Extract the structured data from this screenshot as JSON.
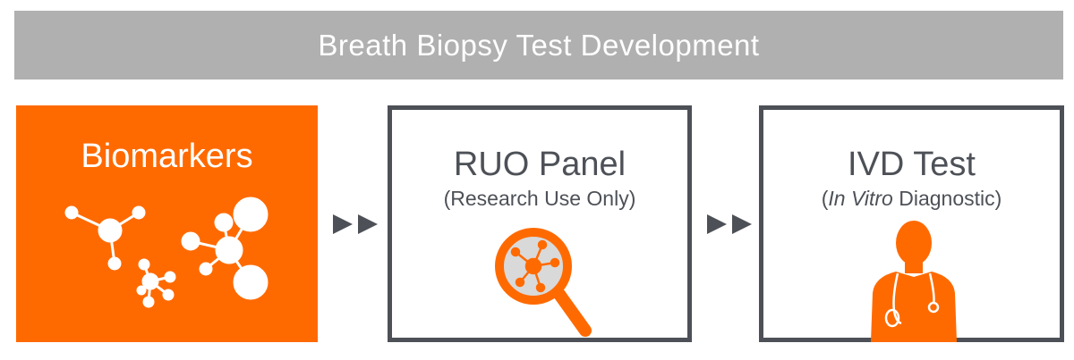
{
  "banner": {
    "title": "Breath Biopsy Test Development"
  },
  "stages": [
    {
      "title": "Biomarkers",
      "icon": "molecules-icon"
    },
    {
      "title": "RUO Panel",
      "subtitle": "(Research Use Only)",
      "icon": "magnifier-molecule-icon"
    },
    {
      "title": "IVD Test",
      "subtitle_open": "(",
      "subtitle_italic": "In Vitro",
      "subtitle_rest": " Diagnostic)",
      "icon": "doctor-stethoscope-icon"
    }
  ],
  "colors": {
    "accent": "#ff6a00",
    "banner": "#b0b0b0",
    "dark": "#4d5157"
  },
  "connector_icon": "double-arrow-icon"
}
